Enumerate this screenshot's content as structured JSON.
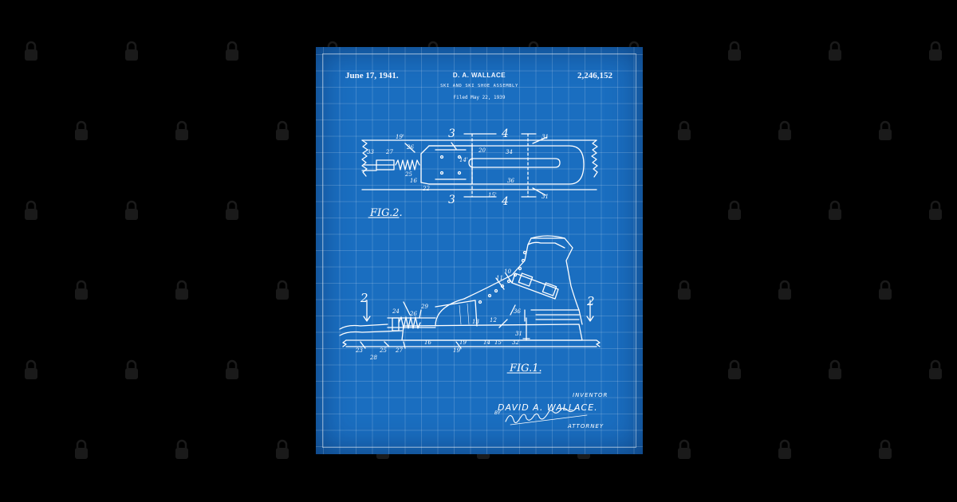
{
  "patent": {
    "date": "June 17, 1941.",
    "inventor_header": "D. A. WALLACE",
    "number": "2,246,152",
    "title": "SKI AND SKI SHOE ASSEMBLY",
    "filed": "Filed May 22, 1939"
  },
  "figures": {
    "fig2_label": "FIG.2.",
    "fig1_label": "FIG.1."
  },
  "signature_block": {
    "inventor_label": "INVENTOR",
    "inventor_name": "DAVID A. WALLACE.",
    "by_label": "BY",
    "signature_text": "Robert E Harris",
    "attorney_label": "ATTORNEY"
  },
  "reference_numerals_fig2": [
    "19'",
    "3",
    "4",
    "31",
    "33",
    "27",
    "26",
    "20",
    "14'",
    "34",
    "16",
    "25",
    "22",
    "15'",
    "36",
    "3",
    "4",
    "31"
  ],
  "reference_numerals_fig1": [
    "10",
    "11",
    "36",
    "2",
    "2",
    "24",
    "26",
    "29",
    "13",
    "12",
    "31",
    "16",
    "19",
    "14",
    "15'",
    "32",
    "23",
    "25",
    "27",
    "28",
    "19'"
  ],
  "colors": {
    "background": "#000000",
    "blueprint": "#1a6ec0",
    "ink": "#ffffff"
  },
  "watermark_icon": "lock-icon"
}
